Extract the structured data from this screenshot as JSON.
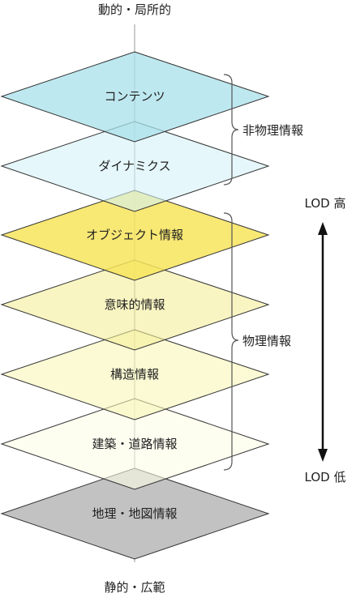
{
  "diagram": {
    "top_label": "動的・局所的",
    "bottom_label": "静的・広範",
    "layers": [
      {
        "id": "contents",
        "label": "コンテンツ",
        "fill": "#a8e0ea",
        "opacity": 0.75
      },
      {
        "id": "dynamics",
        "label": "ダイナミクス",
        "fill": "#d4f1f6",
        "opacity": 0.6
      },
      {
        "id": "object",
        "label": "オブジェクト情報",
        "fill": "#f7e45c",
        "opacity": 0.85
      },
      {
        "id": "semantic",
        "label": "意味的情報",
        "fill": "#f5ee99",
        "opacity": 0.6
      },
      {
        "id": "structure",
        "label": "構造情報",
        "fill": "#f9f6b8",
        "opacity": 0.6
      },
      {
        "id": "building-road",
        "label": "建築・道路情報",
        "fill": "#fbfbe6",
        "opacity": 0.6
      },
      {
        "id": "terrain",
        "label": "地理・地図情報",
        "fill": "#c2c2c2",
        "opacity": 1.0
      }
    ],
    "groups": [
      {
        "id": "non-physical",
        "label": "非物理情報"
      },
      {
        "id": "physical",
        "label": "物理情報"
      }
    ],
    "lod": {
      "high_label": "LOD 高",
      "low_label": "LOD 低"
    },
    "colors": {
      "stroke": "#333333",
      "axis": "#bbbbbb",
      "brace": "#555555",
      "arrow": "#111111"
    }
  }
}
